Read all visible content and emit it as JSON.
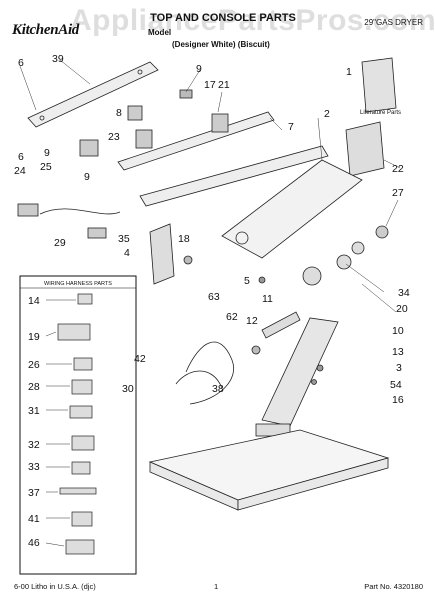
{
  "header": {
    "brand": "KitchenAid",
    "title": "TOP AND CONSOLE PARTS",
    "subtitle_line1": "Model",
    "subtitle_line2": "(Designer White)   (Biscuit)",
    "dryer_type": "29\"GAS DRYER",
    "watermark": "AppliancePartsPros.com"
  },
  "labels": {
    "literature_parts": "Literature Parts",
    "wiring_harness_parts": "WIRING HARNESS PARTS"
  },
  "footer": {
    "litho": "6-00 Litho in U.S.A. (djc)",
    "page_number": "1",
    "part_number": "Part No. 4320180"
  },
  "callouts": [
    "1",
    "2",
    "3",
    "4",
    "5",
    "6",
    "7",
    "8",
    "9",
    "10",
    "11",
    "12",
    "13",
    "14",
    "16",
    "17",
    "18",
    "19",
    "20",
    "21",
    "22",
    "23",
    "24",
    "25",
    "26",
    "27",
    "28",
    "29",
    "30",
    "31",
    "32",
    "33",
    "34",
    "35",
    "37",
    "38",
    "39",
    "41",
    "42",
    "46",
    "54",
    "62",
    "63"
  ]
}
